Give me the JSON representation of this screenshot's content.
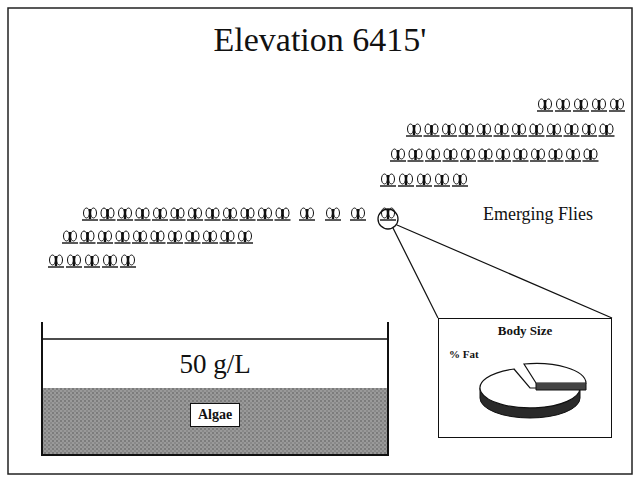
{
  "diagram": {
    "title": "Elevation 6415'",
    "nodes": [
      {
        "text": [
          "50 g/L"
        ]
      },
      {
        "text": [
          "Algae"
        ],
        "in": 0
      },
      {
        "text": [
          "Body Size",
          "% Fat"
        ]
      }
    ],
    "labels": [
      "Emerging Flies"
    ]
  }
}
